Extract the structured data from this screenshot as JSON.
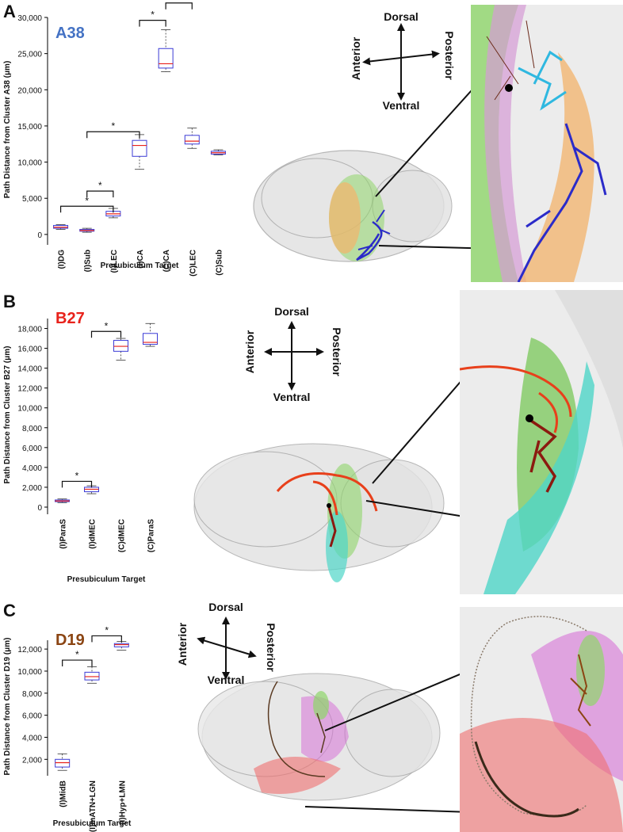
{
  "panels": [
    {
      "letter": "A",
      "cluster_label": "A38",
      "cluster_color": "#4472c4",
      "compass": {
        "up": "Dorsal",
        "down": "Ventral",
        "left": "Anterior",
        "right": "Posterior"
      }
    },
    {
      "letter": "B",
      "cluster_label": "B27",
      "cluster_color": "#e8221b",
      "compass": {
        "up": "Dorsal",
        "down": "Ventral",
        "left": "Anterior",
        "right": "Posterior"
      }
    },
    {
      "letter": "C",
      "cluster_label": "D19",
      "cluster_color": "#8b4513",
      "compass": {
        "up": "Dorsal",
        "down": "Ventral",
        "left": "Anterior",
        "right": "Posterior"
      }
    }
  ],
  "colors": {
    "box": "#3b3bd6",
    "median": "#e8221b",
    "whisker": "#333333",
    "axis": "#000000",
    "neuron_a": "#2b2bc9",
    "neuron_a_dend": "#2fb8e0",
    "neuron_b": "#e8401b",
    "neuron_c": "#5a3a22",
    "green": "#8fd66a",
    "orange": "#f3b36b",
    "cyan": "#4fd6c8",
    "magenta": "#d667d6",
    "red": "#f07070"
  },
  "chart_data": [
    {
      "type": "box",
      "title": "A38",
      "xlabel": "Presubiculum Target",
      "ylabel": "Path Distance from Cluster A38 (μm)",
      "ylim": [
        -1000,
        30000
      ],
      "yticks": [
        0,
        5000,
        10000,
        15000,
        20000,
        25000,
        30000
      ],
      "ytick_labels": [
        "0",
        "5,000",
        "10,000",
        "15,000",
        "20,000",
        "25,000",
        "30,000"
      ],
      "categories": [
        "(I)DG",
        "(I)Sub",
        "(I)LEC",
        "(I)CA",
        "(C)CA",
        "(C)LEC",
        "(C)Sub"
      ],
      "boxes": [
        {
          "min": 700,
          "q1": 850,
          "median": 1000,
          "q3": 1250,
          "max": 1350
        },
        {
          "min": 300,
          "q1": 450,
          "median": 550,
          "q3": 700,
          "max": 850
        },
        {
          "min": 2300,
          "q1": 2550,
          "median": 2850,
          "q3": 3200,
          "max": 3600
        },
        {
          "min": 9000,
          "q1": 10800,
          "median": 12300,
          "q3": 13000,
          "max": 13800
        },
        {
          "min": 22500,
          "q1": 23000,
          "median": 23600,
          "q3": 25700,
          "max": 28300
        },
        {
          "min": 11900,
          "q1": 12500,
          "median": 12900,
          "q3": 13700,
          "max": 14700
        },
        {
          "min": 11000,
          "q1": 11100,
          "median": 11300,
          "q3": 11500,
          "max": 11700
        }
      ],
      "significance": [
        {
          "from": 0,
          "to": 2,
          "y": 3900,
          "label": "*"
        },
        {
          "from": 1,
          "to": 2,
          "y": 6000,
          "label": "*"
        },
        {
          "from": 1,
          "to": 3,
          "y": 14200,
          "label": "*"
        },
        {
          "from": 3,
          "to": 4,
          "y": 29600,
          "label": "*"
        },
        {
          "from": 4,
          "to": 5,
          "y": 32000,
          "label": "*"
        }
      ]
    },
    {
      "type": "box",
      "title": "B27",
      "xlabel": "Presubiculum Target",
      "ylabel": "Path Distance from Cluster B27 (μm)",
      "ylim": [
        -400,
        19000
      ],
      "yticks": [
        0,
        2000,
        4000,
        6000,
        8000,
        10000,
        12000,
        14000,
        16000,
        18000
      ],
      "ytick_labels": [
        "0",
        "2,000",
        "4,000",
        "6,000",
        "8,000",
        "10,000",
        "12,000",
        "14,000",
        "16,000",
        "18,000"
      ],
      "categories": [
        "(I)ParaS",
        "(I)dMEC",
        "(C)dMEC",
        "(C)ParaS"
      ],
      "boxes": [
        {
          "min": 450,
          "q1": 550,
          "median": 620,
          "q3": 720,
          "max": 820
        },
        {
          "min": 1350,
          "q1": 1550,
          "median": 1800,
          "q3": 2000,
          "max": 2150
        },
        {
          "min": 14800,
          "q1": 15700,
          "median": 16200,
          "q3": 16800,
          "max": 17000
        },
        {
          "min": 16200,
          "q1": 16400,
          "median": 16600,
          "q3": 17500,
          "max": 18500
        }
      ],
      "significance": [
        {
          "from": 0,
          "to": 1,
          "y": 2600,
          "label": "*"
        },
        {
          "from": 1,
          "to": 2,
          "y": 17700,
          "label": "*"
        }
      ]
    },
    {
      "type": "box",
      "title": "D19",
      "xlabel": "Presubiculum Target",
      "ylabel": "Path Distance from Cluster D19 (μm)",
      "ylim": [
        800,
        12800
      ],
      "yticks": [
        2000,
        4000,
        6000,
        8000,
        10000,
        12000
      ],
      "ytick_labels": [
        "2,000",
        "4,000",
        "6,000",
        "8,000",
        "10,000",
        "12,000"
      ],
      "categories": [
        "(I)MidB",
        "(I)mATN+LGN",
        "(I)Hyp+LMN"
      ],
      "boxes": [
        {
          "min": 1000,
          "q1": 1300,
          "median": 1700,
          "q3": 2000,
          "max": 2500
        },
        {
          "min": 8900,
          "q1": 9200,
          "median": 9500,
          "q3": 9900,
          "max": 10400
        },
        {
          "min": 11900,
          "q1": 12200,
          "median": 12400,
          "q3": 12500,
          "max": 12700
        }
      ],
      "significance": [
        {
          "from": 0,
          "to": 1,
          "y": 11000,
          "label": "*"
        },
        {
          "from": 1,
          "to": 2,
          "y": 13200,
          "label": "*"
        }
      ]
    }
  ]
}
